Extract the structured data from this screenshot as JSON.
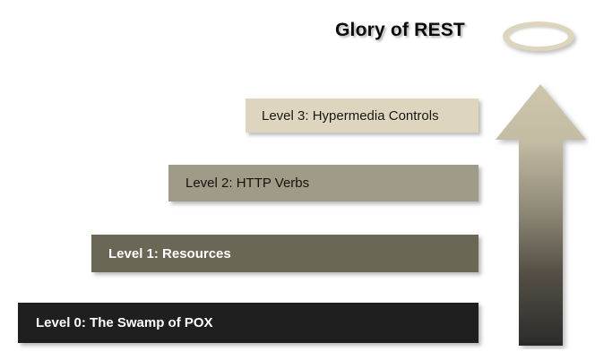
{
  "diagram": {
    "title": "Glory of REST",
    "halo_icon": "halo-ring-icon",
    "arrow_icon": "up-arrow-icon",
    "colors": {
      "background": "#ffffff",
      "level0_fill": "#1f1f1f",
      "level1_fill": "#6a6757",
      "level2_fill": "#a09a89",
      "level3_fill": "#ddd5bd",
      "halo_fill": "#ddd6bd",
      "arrow_gradient_top": "#cfc7ac",
      "arrow_gradient_bottom": "#2b2b2b",
      "title_color": "#0b0b0b"
    },
    "levels": [
      {
        "id": "level-3",
        "label": "Level 3: Hypermedia Controls"
      },
      {
        "id": "level-2",
        "label": "Level 2: HTTP Verbs"
      },
      {
        "id": "level-1",
        "label": "Level 1: Resources"
      },
      {
        "id": "level-0",
        "label": "Level 0: The Swamp of POX"
      }
    ]
  }
}
